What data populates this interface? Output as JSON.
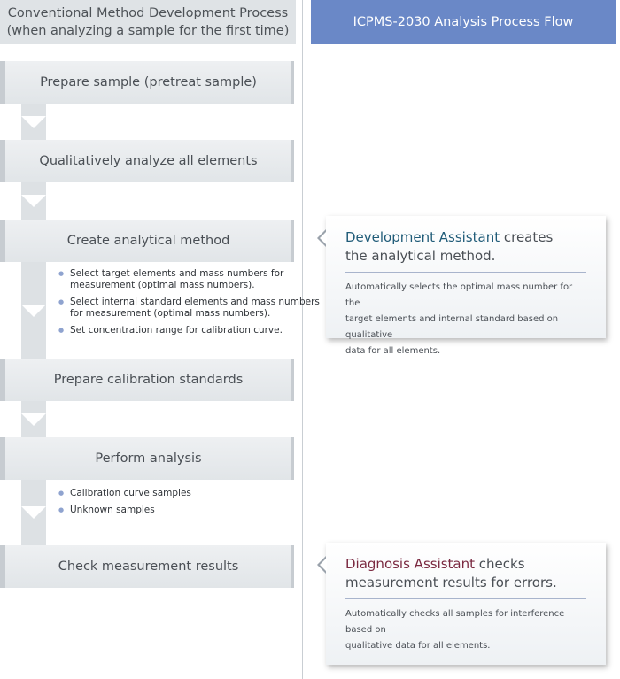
{
  "headers": {
    "left": [
      "Conventional Method Development Process",
      "(when analyzing a sample for the first time)"
    ],
    "right": "ICPMS-2030 Analysis Process Flow"
  },
  "steps": [
    "Prepare sample (pretreat sample)",
    "Qualitatively analyze all elements",
    "Create analytical method",
    "Prepare calibration standards",
    "Perform analysis",
    "Check measurement results"
  ],
  "method_bullets": [
    [
      "Select target elements and mass numbers for",
      "measurement (optimal mass numbers)."
    ],
    [
      "Select internal standard elements and mass numbers",
      "for measurement (optimal mass numbers)."
    ],
    [
      "Set concentration range for calibration curve."
    ]
  ],
  "analysis_bullets": [
    "Calibration curve samples",
    "Unknown samples"
  ],
  "callouts": {
    "development": {
      "highlight": "Development Assistant",
      "title_rest_1": " creates",
      "title_line_2": "the analytical method.",
      "text": [
        "Automatically selects the optimal mass number for the",
        "target elements and internal standard based on qualitative",
        "data for all elements."
      ]
    },
    "diagnosis": {
      "highlight": "Diagnosis Assistant",
      "title_rest_1": " checks",
      "title_line_2": "measurement results for errors.",
      "text": [
        "Automatically checks all samples for interference based on",
        "qualitative data for all elements."
      ]
    }
  },
  "colors": {
    "header_right_bg": "#6a88c7",
    "header_left_bg": "#dfe3e6",
    "development_highlight": "#1f5b78",
    "diagnosis_highlight": "#7a2940",
    "bullet": "#8fa3cf"
  }
}
